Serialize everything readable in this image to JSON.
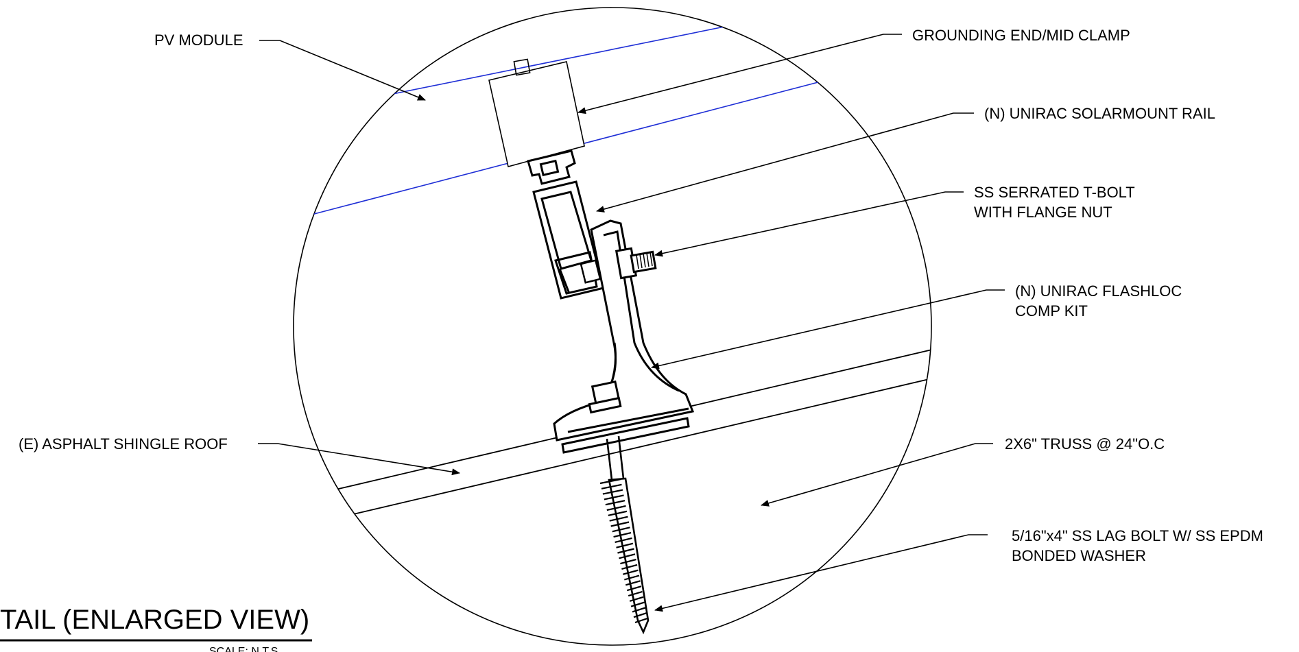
{
  "colors": {
    "module_line": "#1f2fd6",
    "ink": "#000000",
    "background": "#ffffff"
  },
  "labels": {
    "pv_module": "PV MODULE",
    "grounding_clamp": "GROUNDING END/MID CLAMP",
    "rail": "(N) UNIRAC SOLARMOUNT RAIL",
    "tbolt_line1": "SS SERRATED T-BOLT",
    "tbolt_line2": "WITH FLANGE NUT",
    "flashloc_line1": "(N) UNIRAC FLASHLOC",
    "flashloc_line2": "COMP KIT",
    "roof": "(E) ASPHALT SHINGLE ROOF",
    "truss": "2X6\" TRUSS @ 24\"O.C",
    "lag_line1": "5/16\"x4\" SS LAG BOLT  W/ SS EPDM",
    "lag_line2": "BONDED WASHER"
  },
  "title": {
    "text": "TAIL (ENLARGED VIEW)",
    "scale": "SCALE: N.T.S"
  }
}
